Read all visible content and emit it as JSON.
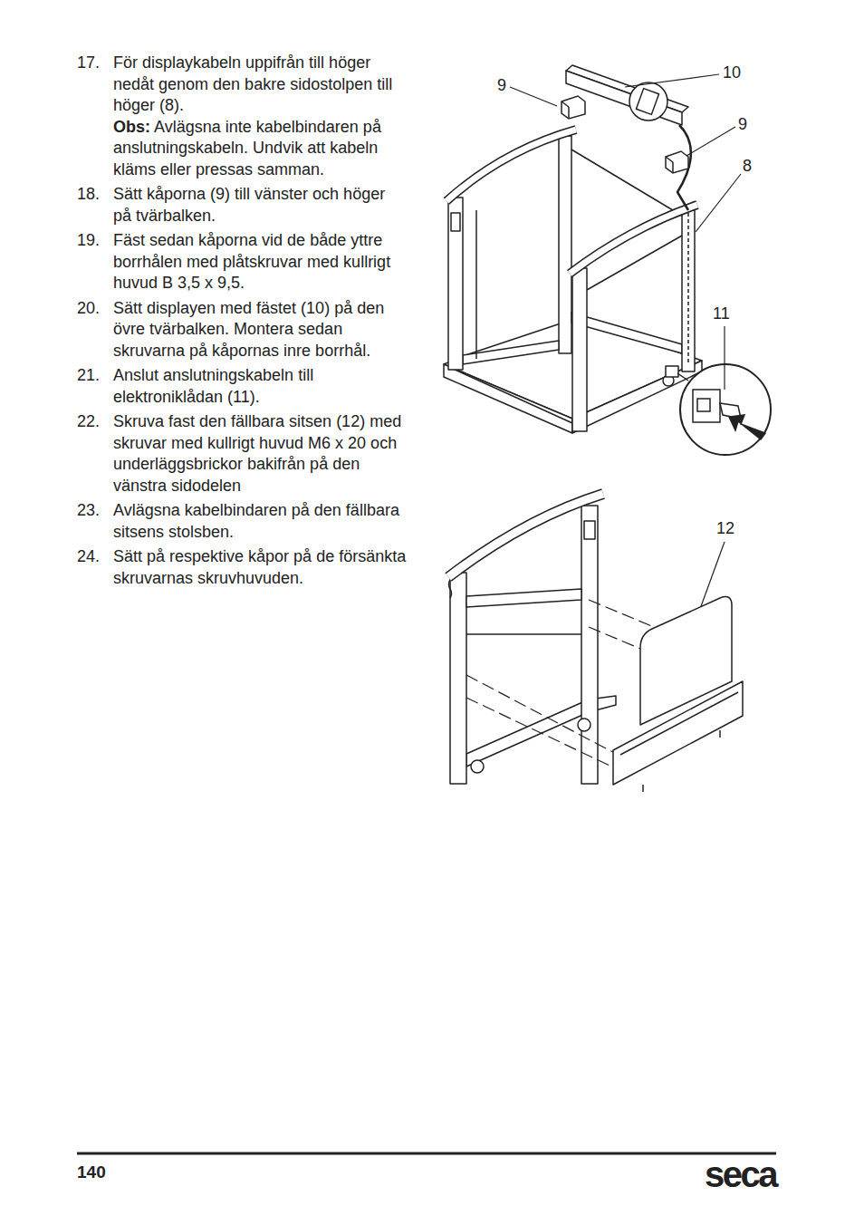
{
  "diagram": {
    "labels": [
      "17.",
      "För displaykabeln uppifrån till höger nedåt genom den bakre sidostolpen till höger (8).",
      "Obs:",
      "Avlägsna inte kabelbindaren på anslutningskabeln. Undvik att kabeln kläms eller pressas samman.",
      "18.",
      "Sätt kåporna (9) till vänster och höger på tvärbalken.",
      "19.",
      "Fäst sedan kåporna vid de både yttre borrhålen med plåtskruvar med kullrigt huvud B 3,5 x 9,5.",
      "20.",
      "Sätt displayen med fästet (10) på den övre tvärbalken. Montera sedan skruvarna på kåpornas inre borrhål.",
      "21.",
      "Anslut anslutningskabeln till elektroniklådan (11).",
      "22.",
      "Skruva fast den fällbara sitsen (12) med skruvar med kullrigt huvud M6 x 20 och underläggsbrickor bakifrån på den vänstra sidodelen",
      "23.",
      "Avlägsna kabelbindaren på den fällbara sitsens stolsben.",
      "24.",
      "Sätt på respektive kåpor på de försänkta skruvarnas skruvhuvuden.",
      "9",
      "10",
      "9",
      "8",
      "11",
      "12",
      "140",
      "seca"
    ]
  }
}
